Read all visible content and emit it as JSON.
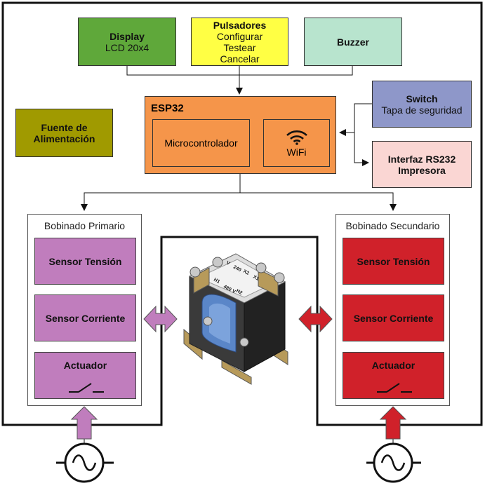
{
  "top": {
    "display": {
      "title": "Display",
      "subtitle": "LCD 20x4",
      "color": "#5FA83A"
    },
    "pulsadores": {
      "title": "Pulsadores",
      "lines": [
        "Configurar",
        "Testear",
        "Cancelar"
      ],
      "color": "#FFFF44"
    },
    "buzzer": {
      "title": "Buzzer",
      "color": "#B8E4CE"
    }
  },
  "esp32": {
    "title": "ESP32",
    "color": "#F5954A",
    "micro": "Microcontrolador",
    "wifi": "WiFi"
  },
  "side": {
    "fuente": {
      "line1": "Fuente de",
      "line2": "Alimentación",
      "color": "#A09A00"
    },
    "switch": {
      "title": "Switch",
      "subtitle": "Tapa de seguridad",
      "color": "#8E97C9"
    },
    "rs232": {
      "line1": "Interfaz RS232",
      "line2": "Impresora",
      "color": "#FAD6D3"
    }
  },
  "primario": {
    "title": "Bobinado Primario",
    "color": "#C07DBD",
    "sensor_tension": "Sensor Tensión",
    "sensor_corriente": "Sensor Corriente",
    "actuador": "Actuador"
  },
  "secundario": {
    "title": "Bobinado Secundario",
    "color": "#D0212A",
    "sensor_tension": "Sensor Tensión",
    "sensor_corriente": "Sensor Corriente",
    "actuador": "Actuador"
  },
  "transformer": {
    "label_lines": [
      "480 V",
      "H1",
      "H2",
      "X1",
      "X2",
      "240",
      "V"
    ]
  },
  "icons": [
    "wifi-icon",
    "switch-symbol-icon",
    "ac-source-icon",
    "transformer-image"
  ]
}
